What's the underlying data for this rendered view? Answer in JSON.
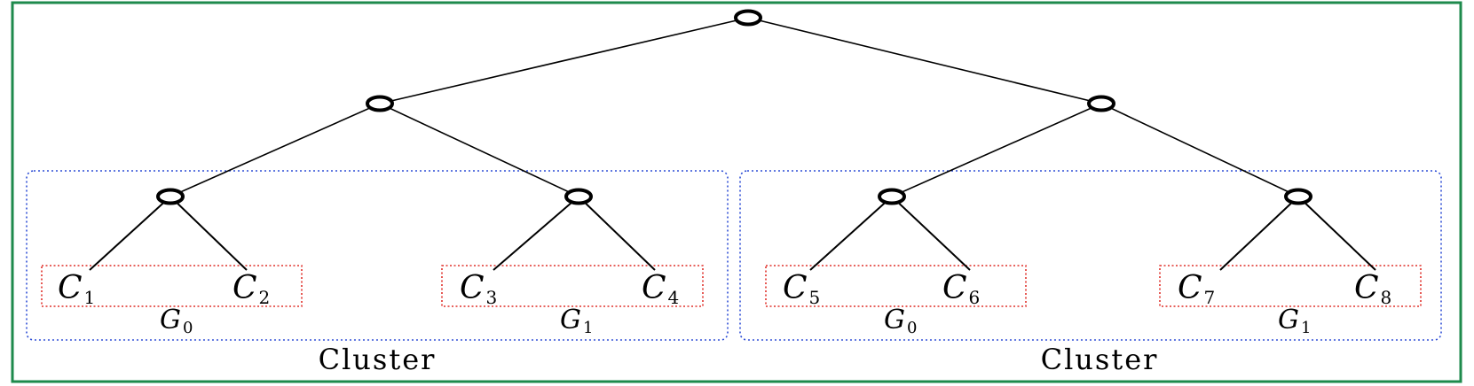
{
  "diagram": {
    "leaves": [
      {
        "name": "C",
        "sub": "1"
      },
      {
        "name": "C",
        "sub": "2"
      },
      {
        "name": "C",
        "sub": "3"
      },
      {
        "name": "C",
        "sub": "4"
      },
      {
        "name": "C",
        "sub": "5"
      },
      {
        "name": "C",
        "sub": "6"
      },
      {
        "name": "C",
        "sub": "7"
      },
      {
        "name": "C",
        "sub": "8"
      }
    ],
    "groups": [
      {
        "name": "G",
        "sub": "0"
      },
      {
        "name": "G",
        "sub": "1"
      },
      {
        "name": "G",
        "sub": "0"
      },
      {
        "name": "G",
        "sub": "1"
      }
    ],
    "clusters": [
      {
        "label": "Cluster"
      },
      {
        "label": "Cluster"
      }
    ],
    "colors": {
      "frame": "#1e8a4c",
      "cluster_box": "#2f4fd6",
      "group_box": "#e0302a"
    }
  }
}
